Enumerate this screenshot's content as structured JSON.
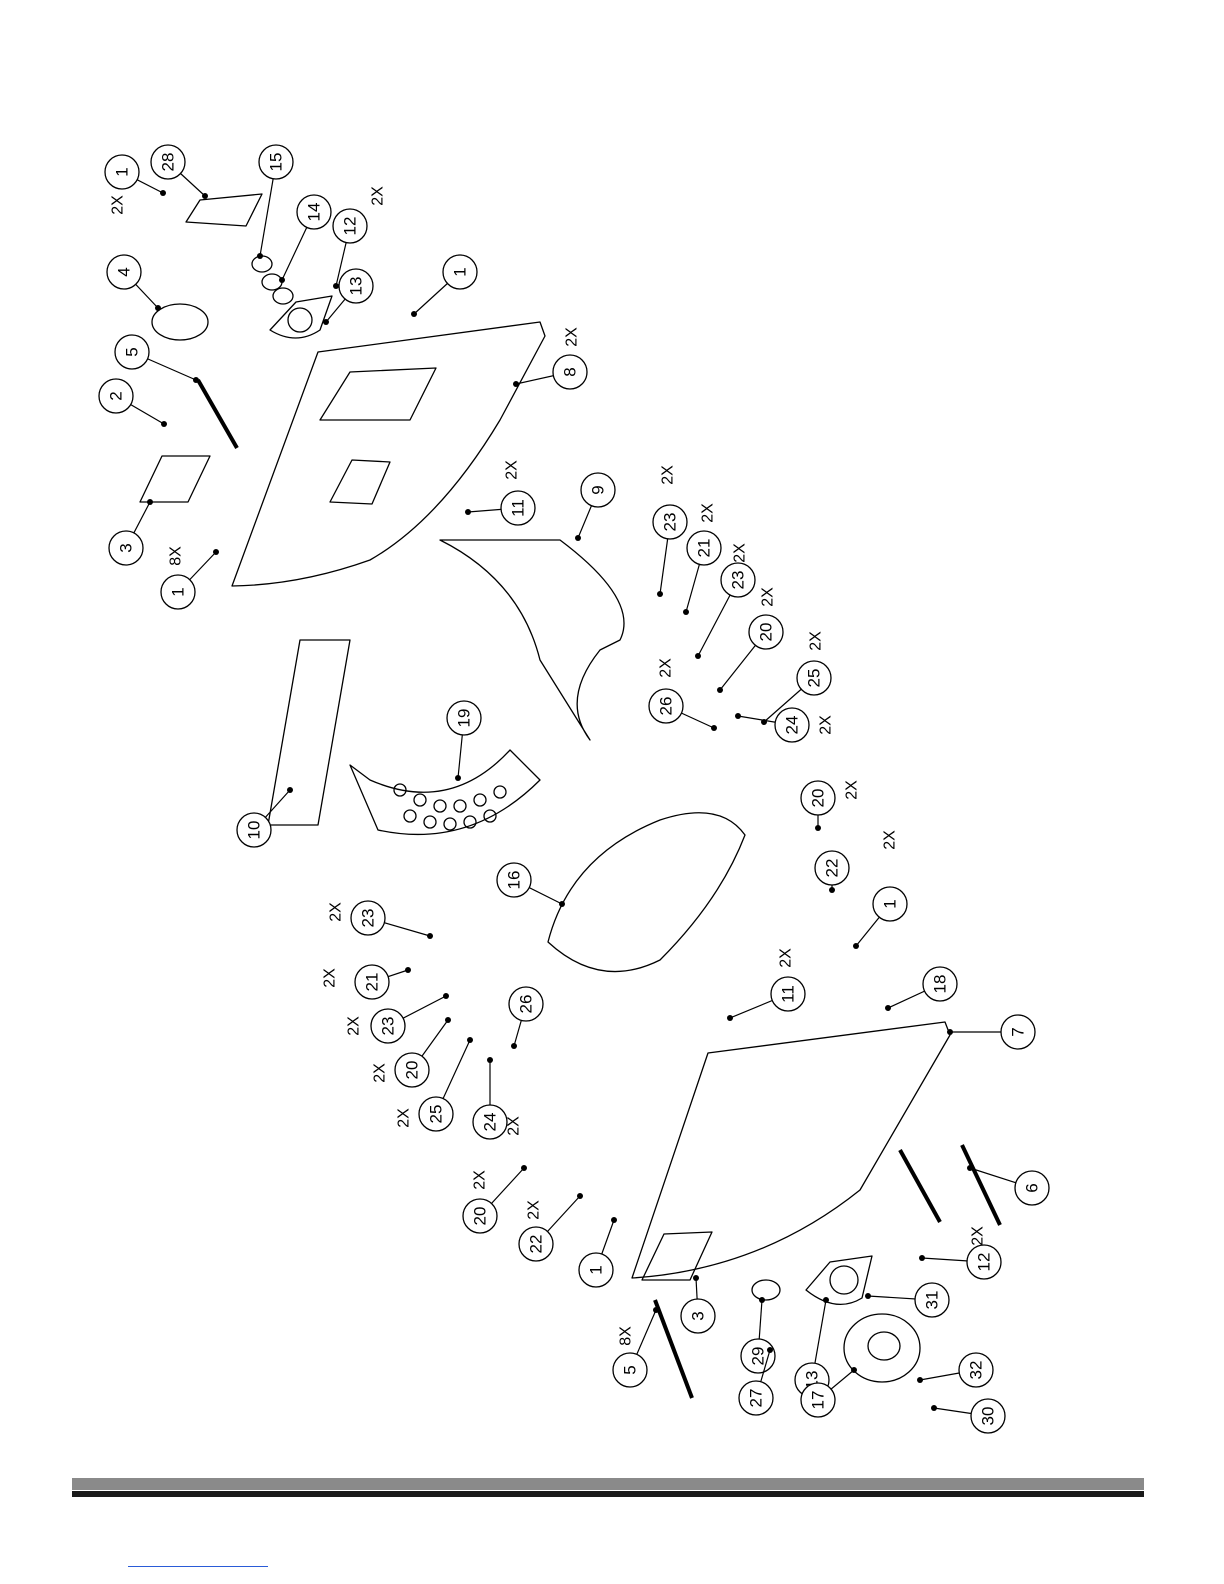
{
  "diagram": {
    "callouts": [
      {
        "label": "1",
        "qty": "2X"
      },
      {
        "label": "28",
        "qty": ""
      },
      {
        "label": "15",
        "qty": ""
      },
      {
        "label": "14",
        "qty": ""
      },
      {
        "label": "12",
        "qty": "2X"
      },
      {
        "label": "13",
        "qty": ""
      },
      {
        "label": "4",
        "qty": ""
      },
      {
        "label": "5",
        "qty": ""
      },
      {
        "label": "2",
        "qty": ""
      },
      {
        "label": "1",
        "qty": ""
      },
      {
        "label": "8",
        "qty": "2X"
      },
      {
        "label": "3",
        "qty": ""
      },
      {
        "label": "1",
        "qty": "8X"
      },
      {
        "label": "11",
        "qty": "2X"
      },
      {
        "label": "9",
        "qty": ""
      },
      {
        "label": "23",
        "qty": "2X"
      },
      {
        "label": "21",
        "qty": "2X"
      },
      {
        "label": "23",
        "qty": "2X"
      },
      {
        "label": "20",
        "qty": "2X"
      },
      {
        "label": "25",
        "qty": "2X"
      },
      {
        "label": "26",
        "qty": "2X"
      },
      {
        "label": "24",
        "qty": "2X"
      },
      {
        "label": "19",
        "qty": ""
      },
      {
        "label": "10",
        "qty": ""
      },
      {
        "label": "16",
        "qty": ""
      },
      {
        "label": "20",
        "qty": "2X"
      },
      {
        "label": "22",
        "qty": "2X"
      },
      {
        "label": "1",
        "qty": ""
      },
      {
        "label": "23",
        "qty": "2X"
      },
      {
        "label": "21",
        "qty": "2X"
      },
      {
        "label": "23",
        "qty": "2X"
      },
      {
        "label": "26",
        "qty": ""
      },
      {
        "label": "20",
        "qty": "2X"
      },
      {
        "label": "25",
        "qty": "2X"
      },
      {
        "label": "24",
        "qty": "2X"
      },
      {
        "label": "11",
        "qty": "2X"
      },
      {
        "label": "18",
        "qty": ""
      },
      {
        "label": "7",
        "qty": ""
      },
      {
        "label": "20",
        "qty": "2X"
      },
      {
        "label": "22",
        "qty": "2X"
      },
      {
        "label": "1",
        "qty": ""
      },
      {
        "label": "6",
        "qty": ""
      },
      {
        "label": "12",
        "qty": "2X"
      },
      {
        "label": "3",
        "qty": ""
      },
      {
        "label": "29",
        "qty": ""
      },
      {
        "label": "13",
        "qty": ""
      },
      {
        "label": "31",
        "qty": ""
      },
      {
        "label": "5",
        "qty": "8X"
      },
      {
        "label": "27",
        "qty": ""
      },
      {
        "label": "17",
        "qty": ""
      },
      {
        "label": "32",
        "qty": ""
      },
      {
        "label": "30",
        "qty": ""
      }
    ]
  }
}
